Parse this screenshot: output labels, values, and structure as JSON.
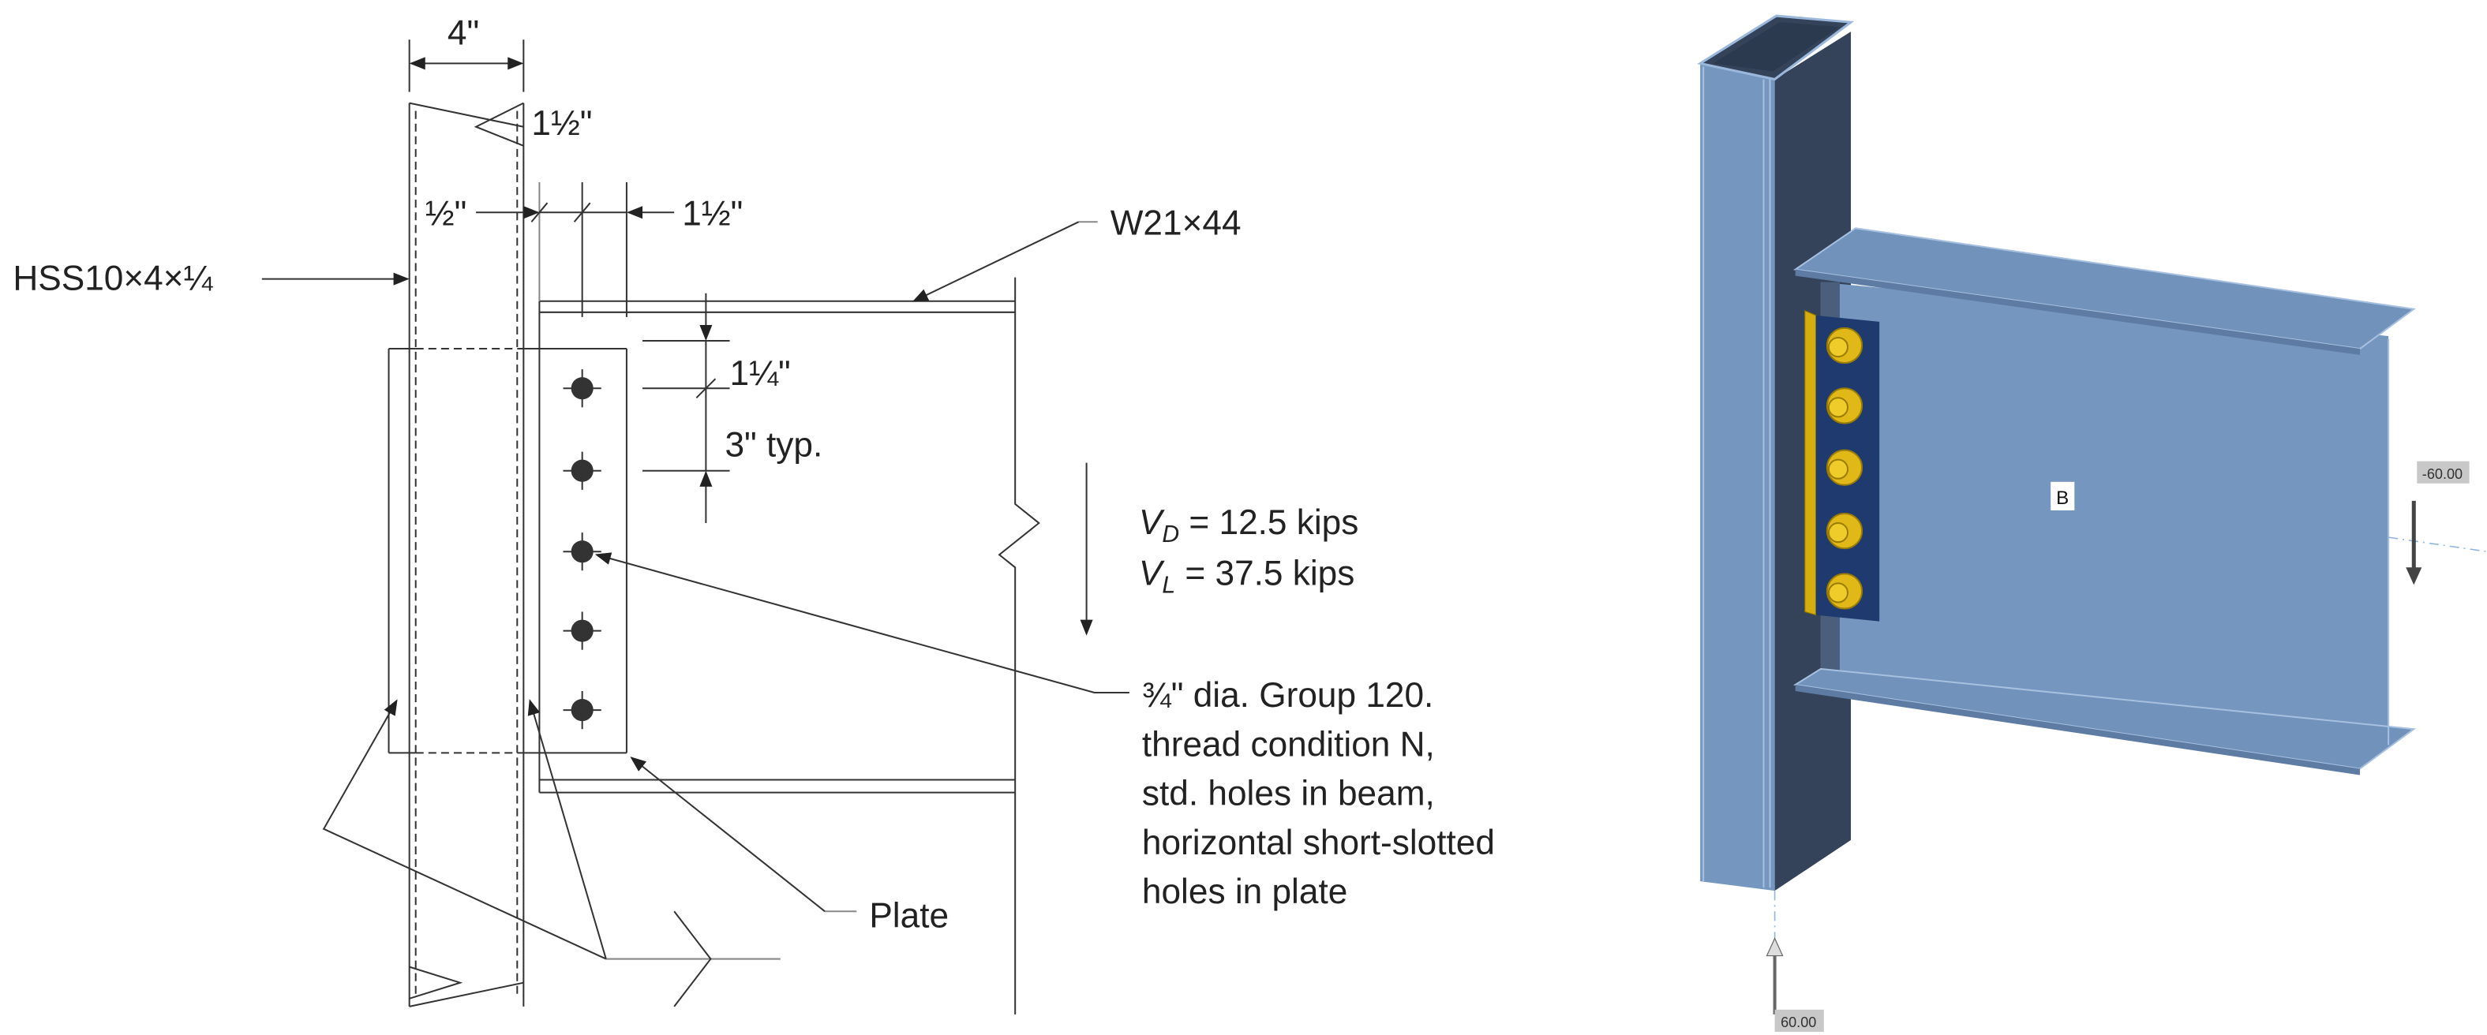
{
  "drawing": {
    "column_width_dim": "4\"",
    "column_label": "HSS10×4×¼",
    "beam_label": "W21×44",
    "dim_half": "½\"",
    "dim_edge_top": "1½\"",
    "dim_edge_right": "1½\"",
    "dim_vertical_edge": "1¼\"",
    "dim_spacing": "3\" typ.",
    "vd_label": "V",
    "vd_sub": "D",
    "vd_value": " = 12.5 kips",
    "vl_label": "V",
    "vl_sub": "L",
    "vl_value": " = 37.5 kips",
    "bolt_note": [
      "¾\" dia. Group 120.",
      "thread condition N,",
      "std. holes in beam,",
      "horizontal short-slotted",
      "holes in plate"
    ],
    "plate_label": "Plate"
  },
  "model": {
    "member_label": "B",
    "beam_load": "-60.00",
    "column_load": "60.00",
    "colors": {
      "steel": "#7597bf",
      "steel_dark": "#34435a",
      "plate": "#1f3a6e",
      "bolt": "#e0b817"
    }
  }
}
